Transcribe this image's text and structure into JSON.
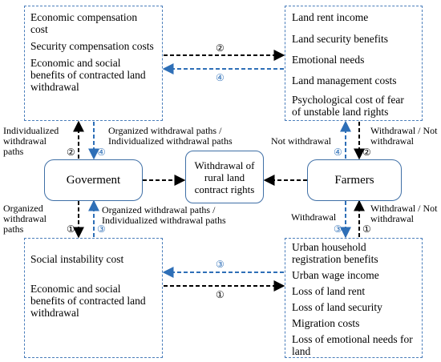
{
  "boxes": {
    "top_left": [
      "Economic compensation cost",
      "Security compensation costs",
      "Economic and social benefits of contracted land withdrawal"
    ],
    "top_right": [
      "Land rent income",
      "Land security benefits",
      "Emotional needs",
      "Land management costs",
      "Psychological cost of fear of unstable land rights"
    ],
    "bottom_left": [
      "Social instability cost",
      "Economic and social benefits of contracted land withdrawal"
    ],
    "bottom_right": [
      "Urban household registration benefits",
      "Urban wage income",
      "Loss of land rent",
      "Loss of land security",
      "Migration costs",
      "Loss of emotional needs for land"
    ]
  },
  "nodes": {
    "government": "Goverment",
    "farmers": "Farmers",
    "center": "Withdrawal of rural land contract rights"
  },
  "labels": {
    "gov_up_left": "Individualized withdrawal paths",
    "gov_up_right": "Organized withdrawal paths / Individualized withdrawal paths",
    "gov_down_left": "Organized withdrawal paths",
    "gov_down_right": "Organized withdrawal paths / Individualized withdrawal paths",
    "farm_up_left": "Not withdrawal",
    "farm_up_right": "Withdrawal / Not withdrawal",
    "farm_down_left": "Withdrawal",
    "farm_down_right": "Withdrawal / Not withdrawal"
  },
  "markers": {
    "one": "①",
    "two": "②",
    "three": "③",
    "four": "④"
  },
  "colors": {
    "black_arrow": "#000000",
    "blue_arrow": "#2e6fb7",
    "box_border": "#4a7ebb"
  }
}
